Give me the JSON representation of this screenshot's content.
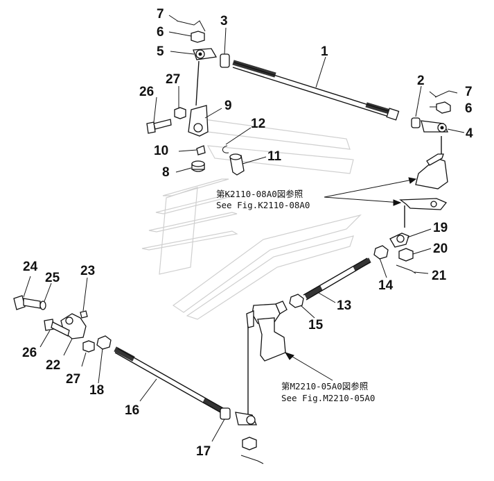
{
  "diagram": {
    "references": [
      {
        "id": "ref-k2110",
        "line1": "第K2110-08A0図参照",
        "line2": "See Fig.K2110-08A0"
      },
      {
        "id": "ref-m2210",
        "line1": "第M2210-05A0図参照",
        "line2": "See Fig.M2210-05A0"
      }
    ],
    "part_numbers": {
      "p1": "1",
      "p2": "2",
      "p3": "3",
      "p4": "4",
      "p5": "5",
      "p6a": "6",
      "p6b": "6",
      "p7a": "7",
      "p7b": "7",
      "p8": "8",
      "p9": "9",
      "p10": "10",
      "p11": "11",
      "p12": "12",
      "p13": "13",
      "p14": "14",
      "p15": "15",
      "p16": "16",
      "p17": "17",
      "p18": "18",
      "p19": "19",
      "p20": "20",
      "p21": "21",
      "p22": "22",
      "p23": "23",
      "p24": "24",
      "p25": "25",
      "p26a": "26",
      "p26b": "26",
      "p27a": "27",
      "p27b": "27"
    }
  }
}
